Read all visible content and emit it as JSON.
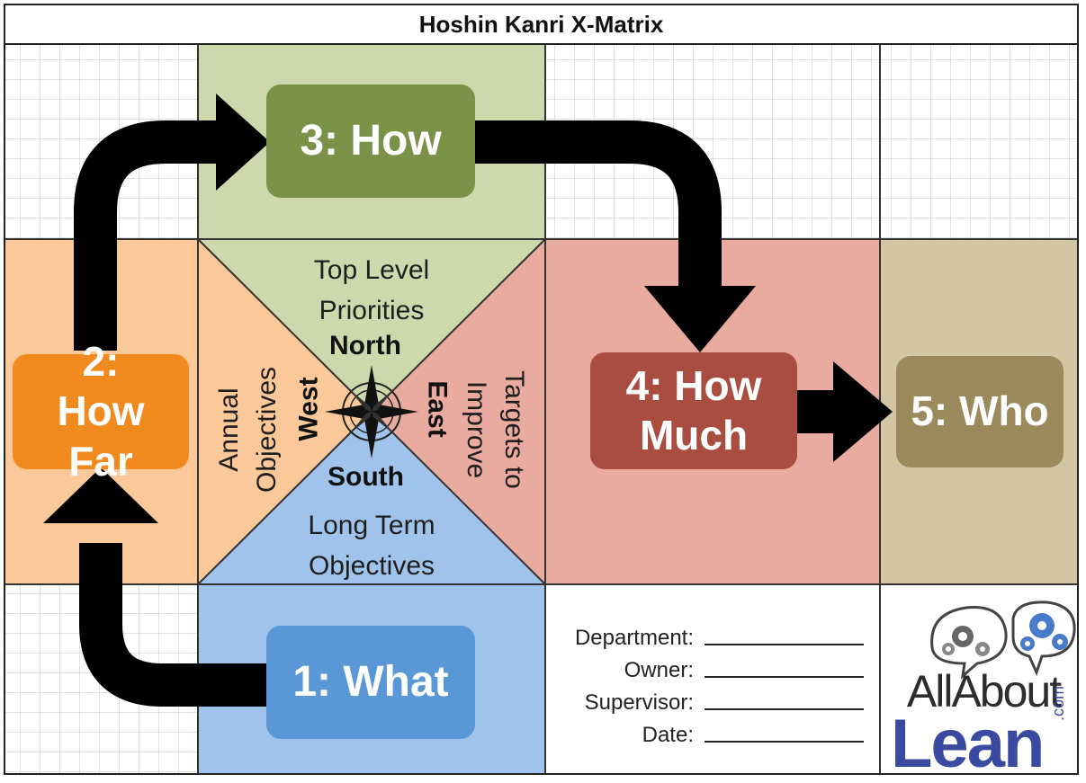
{
  "title": "Hoshin Kanri X-Matrix",
  "steps": {
    "what": "1: What",
    "how_far": "2: How Far",
    "how": "3: How",
    "how_much": "4: How Much",
    "who": "5: Who"
  },
  "triangles": {
    "top": "Top Level Priorities",
    "bottom": "Long Term Objectives",
    "left": "Annual Objectives",
    "right": "Targets to Improve"
  },
  "compass": {
    "north": "North",
    "south": "South",
    "east": "East",
    "west": "West"
  },
  "form": {
    "department": "Department:",
    "owner": "Owner:",
    "supervisor": "Supervisor:",
    "date": "Date:"
  },
  "logo": {
    "line1": "AllAbout",
    "line2": "Lean",
    "suffix": ".com"
  },
  "colors": {
    "how_zone": "#cdd8ac",
    "how_far_zone": "#fbc89a",
    "how_much_zone": "#e9aaa0",
    "who_zone": "#d3c6a2",
    "what_zone": "#9fc3ea",
    "arrow": "#000000"
  }
}
